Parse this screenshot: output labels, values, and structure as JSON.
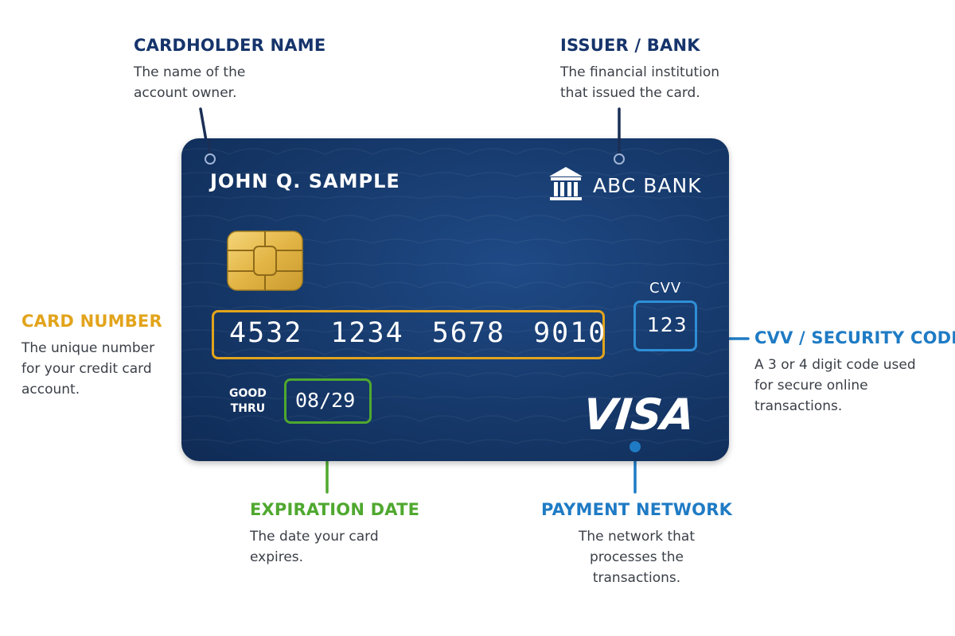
{
  "callouts": {
    "cardholder": {
      "title": "CARDHOLDER NAME",
      "desc": [
        "The name of the",
        "account owner."
      ],
      "color": "#16346b"
    },
    "issuer": {
      "title": "ISSUER / BANK",
      "desc": [
        "The financial institution",
        "that issued the card."
      ],
      "color": "#16346b"
    },
    "card_number": {
      "title": "CARD NUMBER",
      "desc": [
        "The unique number",
        "for your credit card",
        "account."
      ],
      "color": "#e2a41c"
    },
    "cvv": {
      "title": "CVV / SECURITY CODE",
      "desc": [
        "A 3 or 4 digit code used",
        "for secure online",
        "transactions."
      ],
      "color": "#1f7bc4"
    },
    "expiration": {
      "title": "EXPIRATION DATE",
      "desc": [
        "The date your card",
        "expires."
      ],
      "color": "#4fa82f"
    },
    "network": {
      "title": "PAYMENT NETWORK",
      "desc": [
        "The network that",
        "processes the",
        "transactions."
      ],
      "color": "#1f7bc4"
    }
  },
  "card": {
    "cardholder_name": "JOHN Q. SAMPLE",
    "bank_name": "ABC BANK",
    "bank_icon": "bank-building-icon",
    "card_number": "4532 1234 5678 9010",
    "cvv_label": "CVV",
    "cvv_value": "123",
    "good_thru": [
      "GOOD",
      "THRU"
    ],
    "expiry": "08/29",
    "network_logo": "VISA",
    "colors": {
      "card_dark": "#0f2b55",
      "card_mid": "#1f4a86",
      "chip": "#e8bc4c"
    }
  }
}
